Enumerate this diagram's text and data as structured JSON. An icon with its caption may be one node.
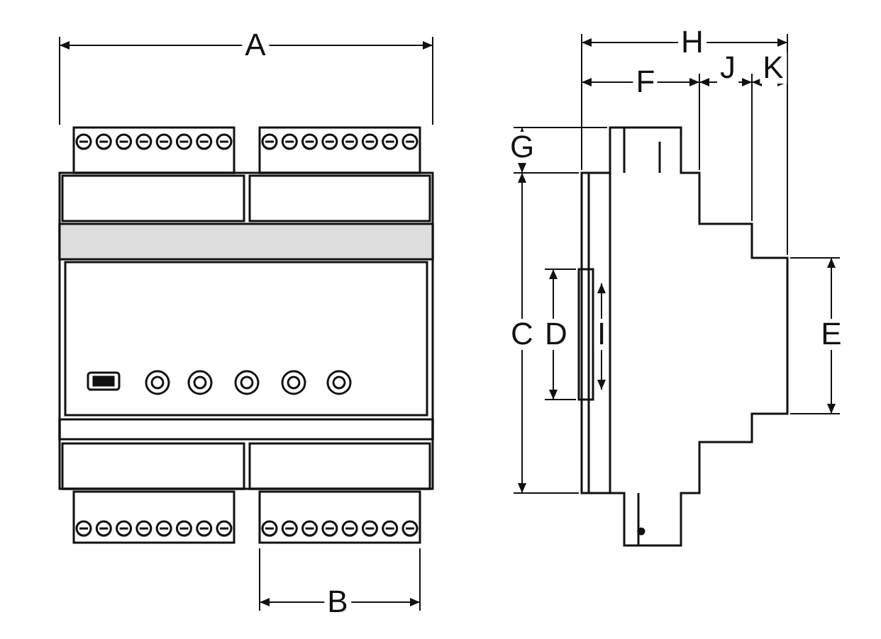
{
  "diagram": {
    "labels": [
      "A",
      "H",
      "F",
      "J",
      "K",
      "G",
      "C",
      "D",
      "I",
      "E",
      "B"
    ]
  }
}
